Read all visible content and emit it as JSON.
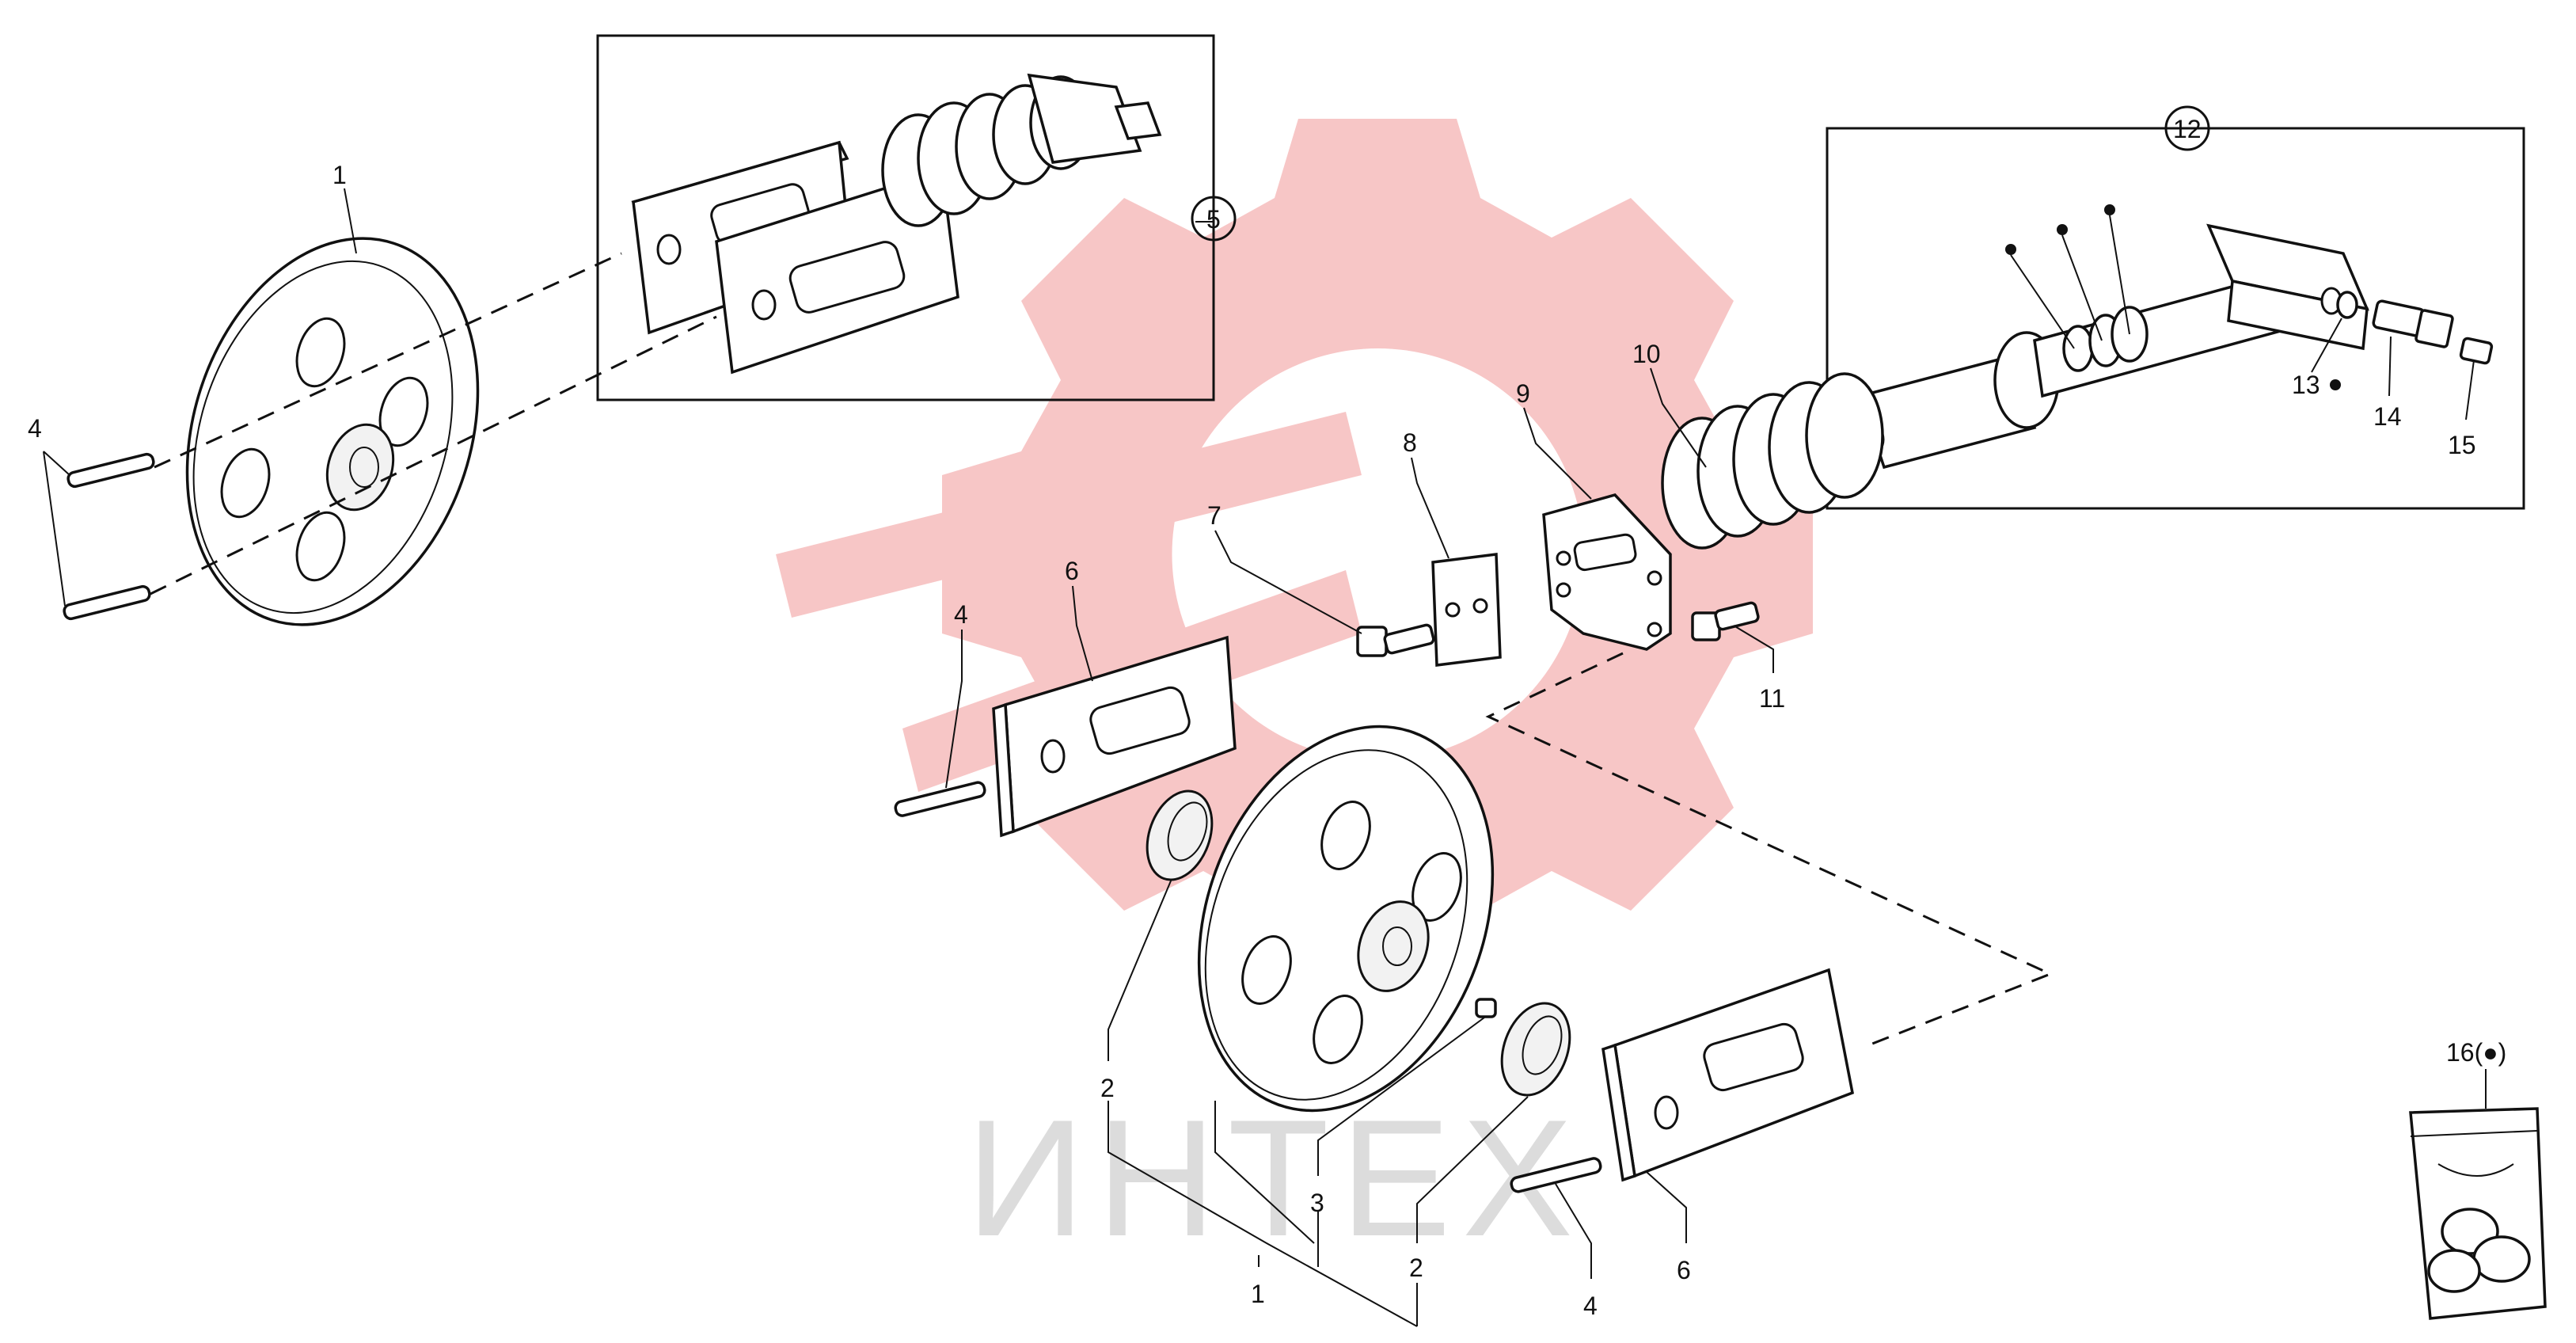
{
  "watermark": {
    "text": "ИНТЕХ",
    "color": "#f7c6c6"
  },
  "labels": {
    "l1a": "1",
    "l4a": "4",
    "l5": "5",
    "l12": "12",
    "l6a": "6",
    "l7": "7",
    "l8": "8",
    "l9": "9",
    "l10": "10",
    "l4b": "4",
    "l11": "11",
    "l13": "13",
    "l14": "14",
    "l15": "15",
    "l2a": "2",
    "l3": "3",
    "l2b": "2",
    "l1b": "1",
    "l4c": "4",
    "l6b": "6",
    "l16": "16(●)"
  }
}
